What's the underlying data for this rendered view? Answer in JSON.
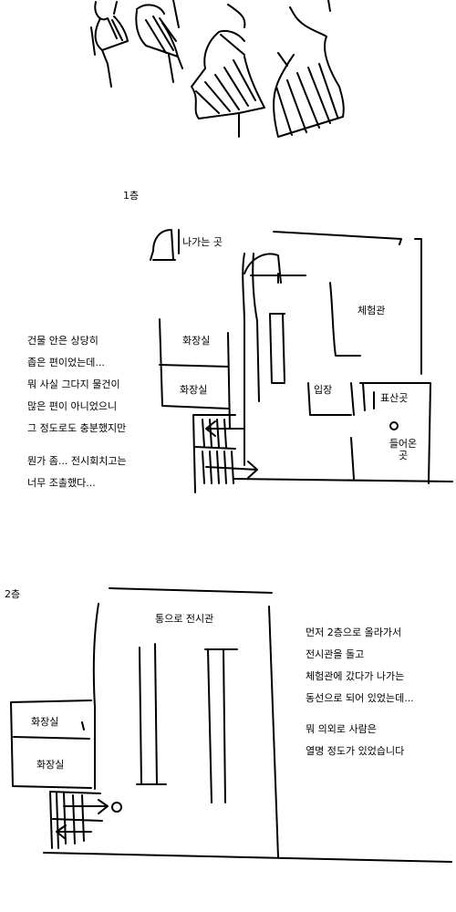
{
  "floor1": {
    "heading": "1층",
    "rooms": {
      "exit": "나가는 곳",
      "experience_hall": "체험관",
      "restroom_top": "화장실",
      "restroom_bottom": "화장실",
      "entrance": "입장",
      "ticket_booth": "표산곳",
      "entry_point": "들어온 곳"
    },
    "description_1": [
      "건물 안은 상당히",
      "좁은 편이었는데...",
      "뭐 사실 그다지 물건이",
      "많은 편이 아니었으니",
      "그 정도로도 충분했지만"
    ],
    "description_2": [
      "뭔가 좀... 전시회치고는",
      "너무 조촐했다..."
    ]
  },
  "floor2": {
    "heading": "2층",
    "rooms": {
      "exhibition_hall": "통으로 전시관",
      "restroom_top": "화장실",
      "restroom_bottom": "화장실"
    },
    "description_1": [
      "먼저 2층으로 올라가서",
      "전시관을 돌고",
      "체험관에 갔다가 나가는",
      "동선으로 되어 있었는데..."
    ],
    "description_2": [
      "뭐 의외로 사람은",
      "열명 정도가 있었습니다"
    ]
  }
}
